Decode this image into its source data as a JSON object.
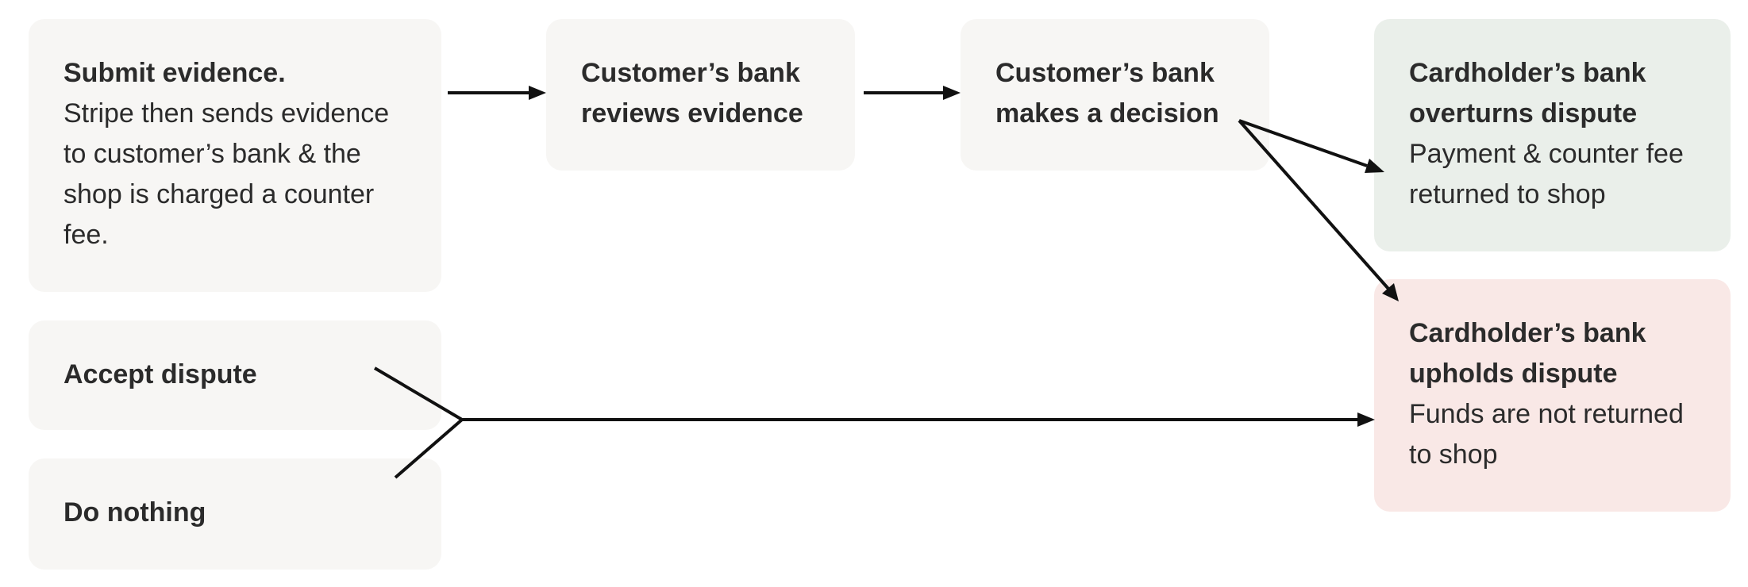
{
  "nodes": {
    "submit_evidence": {
      "title": "Submit evidence.",
      "body": "Stripe then sends evidence to customer’s bank & the shop is charged a counter fee."
    },
    "bank_reviews": {
      "title": "Customer’s bank reviews evidence"
    },
    "bank_decision": {
      "title": "Customer’s bank makes a decision"
    },
    "bank_overturns": {
      "title": "Cardholder’s bank overturns dispute",
      "body": "Payment & counter fee returned to shop"
    },
    "bank_upholds": {
      "title": "Cardholder’s bank upholds dispute",
      "body": "Funds are not returned to shop"
    },
    "accept_dispute": {
      "title": "Accept dispute"
    },
    "do_nothing": {
      "title": "Do nothing"
    }
  },
  "colors": {
    "neutral_box": "#f7f6f4",
    "positive_box": "#eaefea",
    "negative_box": "#f9e8e6",
    "arrow": "#111111",
    "text": "#2b2b2b"
  }
}
